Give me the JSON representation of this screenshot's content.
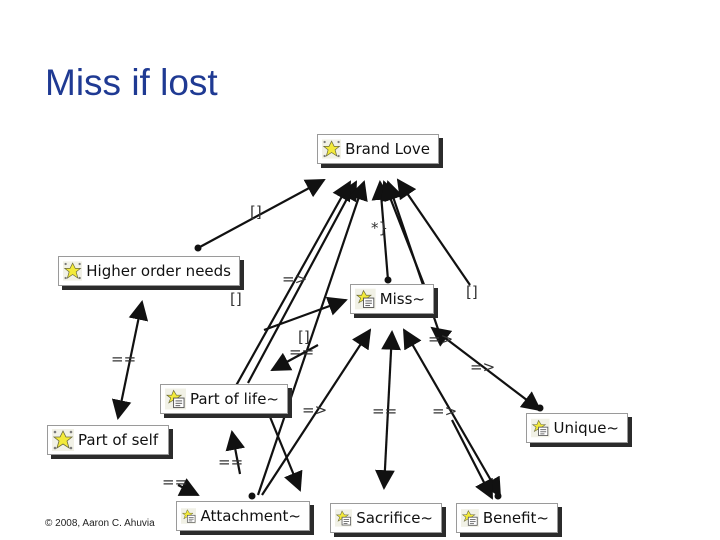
{
  "slide": {
    "title": "Miss if lost",
    "copyright": "© 2008, Aaron C. Ahuvia"
  },
  "diagram": {
    "nodes": [
      {
        "id": "brand-love",
        "label": "Brand Love",
        "icon": "concept-star-icon"
      },
      {
        "id": "higher-order-needs",
        "label": "Higher order needs",
        "icon": "concept-star-icon"
      },
      {
        "id": "miss",
        "label": "Miss~",
        "icon": "concept-memo-icon"
      },
      {
        "id": "part-of-life",
        "label": "Part of life~",
        "icon": "concept-memo-icon"
      },
      {
        "id": "part-of-self",
        "label": "Part of self",
        "icon": "concept-star-icon"
      },
      {
        "id": "unique",
        "label": "Unique~",
        "icon": "concept-memo-icon"
      },
      {
        "id": "attachment",
        "label": "Attachment~",
        "icon": "concept-memo-icon"
      },
      {
        "id": "sacrifice",
        "label": "Sacrifice~",
        "icon": "concept-memo-icon"
      },
      {
        "id": "benefit",
        "label": "Benefit~",
        "icon": "concept-memo-icon"
      }
    ],
    "relations": [
      "[]",
      "*}",
      "=>",
      "[]",
      "[]",
      "==",
      "[]",
      "==",
      "=>",
      "=>",
      "=>",
      "==",
      "=>",
      "==",
      "=="
    ],
    "colors": {
      "arrow": "#111111",
      "title": "#1f3a93",
      "node_shadow": "#2b2b2b",
      "star_fill": "#f3ea3a"
    }
  }
}
